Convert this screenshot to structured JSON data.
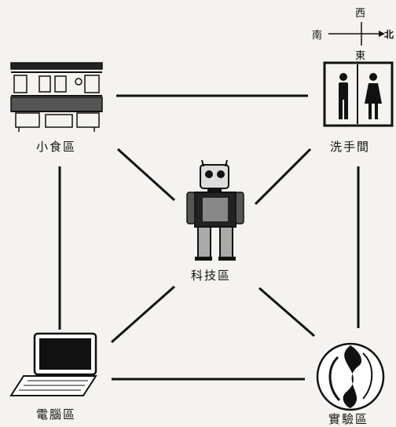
{
  "compass": {
    "west": "西",
    "south": "南",
    "east": "東",
    "north": "北"
  },
  "nodes": {
    "snack": {
      "label": "小食區",
      "icon": "snack-bar-icon"
    },
    "restroom": {
      "label": "洗手間",
      "icon": "restroom-icon"
    },
    "tech": {
      "label": "科技區",
      "icon": "robot-icon"
    },
    "computer": {
      "label": "電腦區",
      "icon": "laptop-icon"
    },
    "lab": {
      "label": "實驗區",
      "icon": "swirl-orb-icon"
    }
  }
}
